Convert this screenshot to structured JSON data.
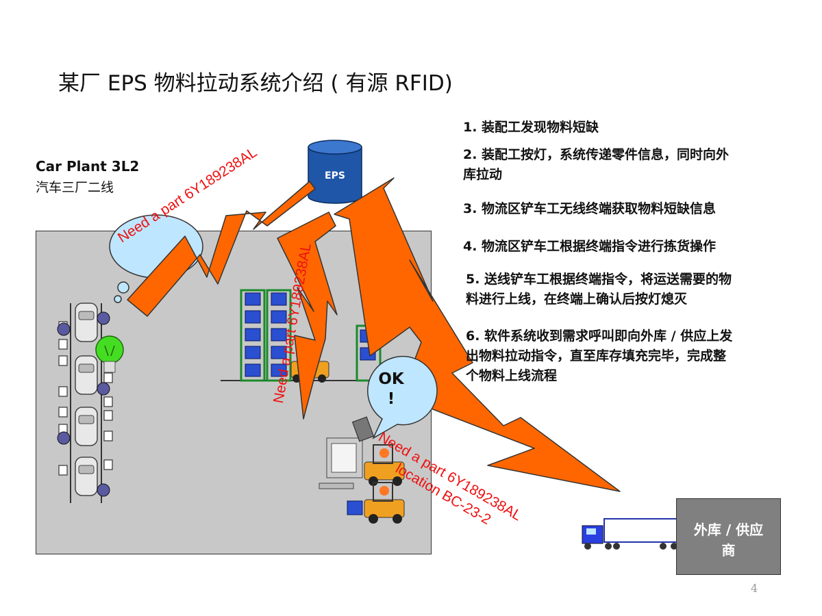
{
  "title": "某厂 EPS 物料拉动系统介绍 ( 有源 RFID)",
  "plant": {
    "name_en": "Car Plant 3L2",
    "name_zh": "汽车三厂二线"
  },
  "eps_label": "EPS",
  "steps": [
    "1.  装配工发现物料短缺",
    "2.  装配工按灯，系统传递零件信息，同时向外库拉动",
    "3.  物流区铲车工无线终端获取物料短缺信息",
    "4.  物流区铲车工根据终端指令进行拣货操作",
    "5.  送线铲车工根据终端指令，将运送需要的物料进行上线，在终端上确认后按灯熄灭",
    "6.  软件系统收到需求呼叫即向外库 / 供应上发出物料拉动指令，直至库存填充完毕，完成整个物料上线流程"
  ],
  "step_lines": [
    [
      "1.  装配工发现物料短缺"
    ],
    [
      "2.  装配工按灯，系统传递零件信息，同时向外",
      "库拉动"
    ],
    [
      "3.  物流区铲车工无线终端获取物料短缺信息"
    ],
    [
      "4.  物流区铲车工根据终端指令进行拣货操作"
    ],
    [
      "5.  送线铲车工根据终端指令，将运送需要的物",
      "料进行上线，在终端上确认后按灯熄灭"
    ],
    [
      "6.  软件系统收到需求呼叫即向外库 / 供应上发",
      "出物料拉动指令，直至库存填充完毕，完成整",
      "个物料上线流程"
    ]
  ],
  "signal_texts": {
    "to_cloud": "Need a part 6Y189238AL",
    "vertical": "Need a part 6Y189238AL",
    "to_forklift_line1": "Need a part 6Y189238AL",
    "to_forklift_line2": "location BC-23-2"
  },
  "ok_bubble": {
    "line1": "OK",
    "line2": "!"
  },
  "warehouse": {
    "line1": "外库 / 供应",
    "line2": "商"
  },
  "page_number": "4",
  "colors": {
    "bolt": "#ff6600",
    "signal_text": "#ee1111",
    "eps_cylinder": "#1f56a8",
    "floor": "#c8c8c8",
    "warehouse": "#808080",
    "bulb": "#44dd22",
    "cloud": "#bfe6ff"
  }
}
